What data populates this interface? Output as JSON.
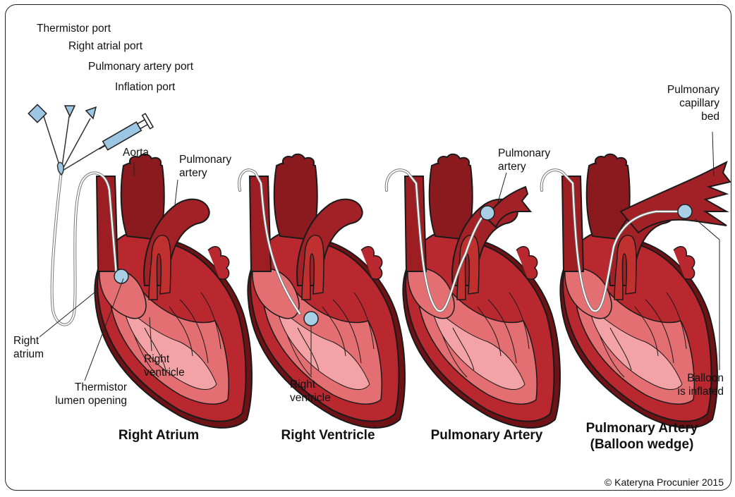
{
  "labels": {
    "thermistor_port": "Thermistor port",
    "right_atrial_port": "Right atrial port",
    "pulmonary_artery_port": "Pulmonary artery port",
    "inflation_port": "Inflation port",
    "aorta": "Aorta",
    "pulmonary_artery_1_line1": "Pulmonary",
    "pulmonary_artery_1_line2": "artery",
    "right_atrium_line1": "Right",
    "right_atrium_line2": "atrium",
    "thermistor_lumen_line1": "Thermistor",
    "thermistor_lumen_line2": "lumen opening",
    "right_ventricle_1_line1": "Right",
    "right_ventricle_1_line2": "ventricle",
    "right_ventricle_2_line1": "Right",
    "right_ventricle_2_line2": "ventricle",
    "pulmonary_artery_3_line1": "Pulmonary",
    "pulmonary_artery_3_line2": "artery",
    "capillary_line1": "Pulmonary",
    "capillary_line2": "capillary",
    "capillary_line3": "bed",
    "balloon_line1": "Balloon",
    "balloon_line2": "is inflated"
  },
  "stages": {
    "s1": "Right Atrium",
    "s2": "Right Ventricle",
    "s3": "Pulmonary Artery",
    "s4_line1": "Pulmonary Artery",
    "s4_line2": "(Balloon wedge)"
  },
  "credit": "© Kateryna Procunier 2015",
  "colors": {
    "heart_dark": "#8b1a1f",
    "heart_mid": "#b8282e",
    "heart_light": "#e46f72",
    "heart_inner": "#f3a3a5",
    "balloon": "#a9cfe6",
    "syringe": "#9cc6e2"
  }
}
